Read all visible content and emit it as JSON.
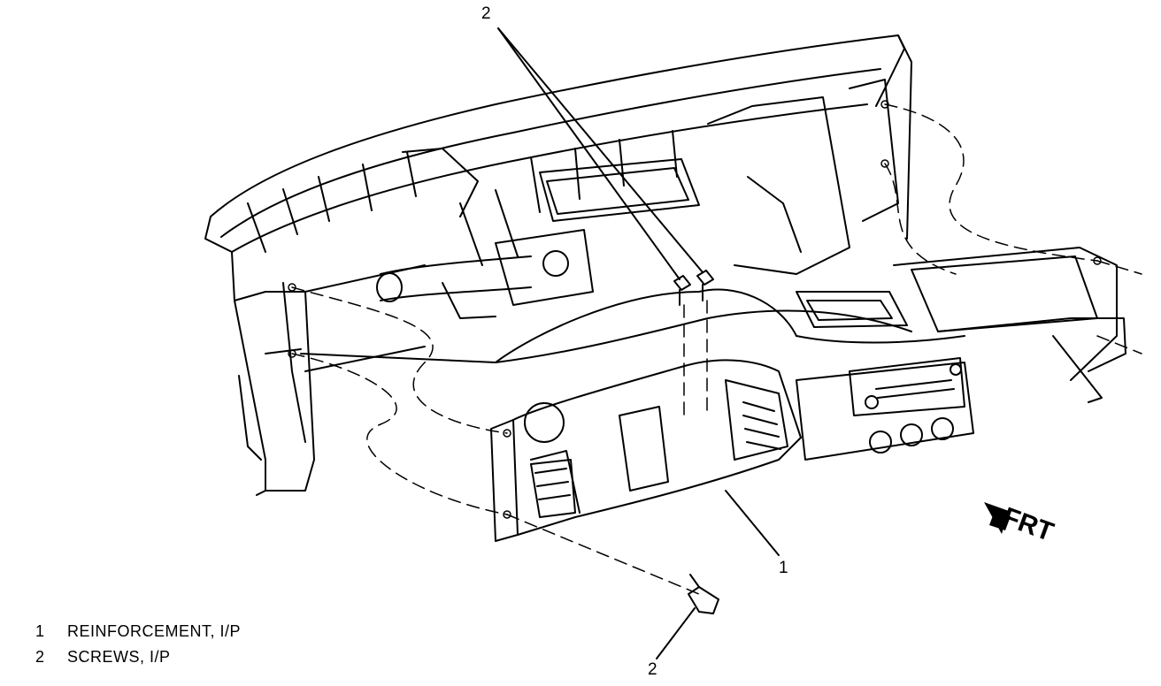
{
  "callouts": {
    "top": "2",
    "right": "1",
    "bottom": "2"
  },
  "direction_label": "FRT",
  "legend": [
    {
      "num": "1",
      "text": "REINFORCEMENT, I/P"
    },
    {
      "num": "2",
      "text": "SCREWS, I/P"
    }
  ]
}
